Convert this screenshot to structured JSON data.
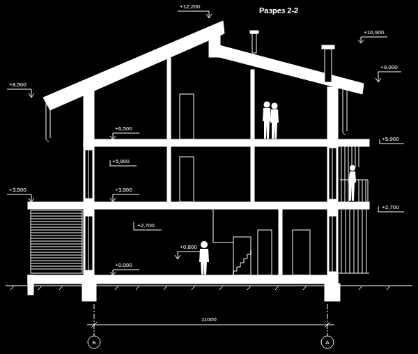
{
  "diagram": {
    "title": "Разрез 2-2",
    "nodes": [
      {
        "text": [
          "Б"
        ]
      },
      {
        "text": [
          "А"
        ]
      }
    ],
    "labels": [
      "+12,200",
      "+10,900",
      "+9,000",
      "+8,500",
      "+6,500",
      "+5,900",
      "+5,900",
      "+3,500",
      "+3,500",
      "+2,700",
      "+2,700",
      "+0,800",
      "+0.000",
      "11000"
    ]
  }
}
